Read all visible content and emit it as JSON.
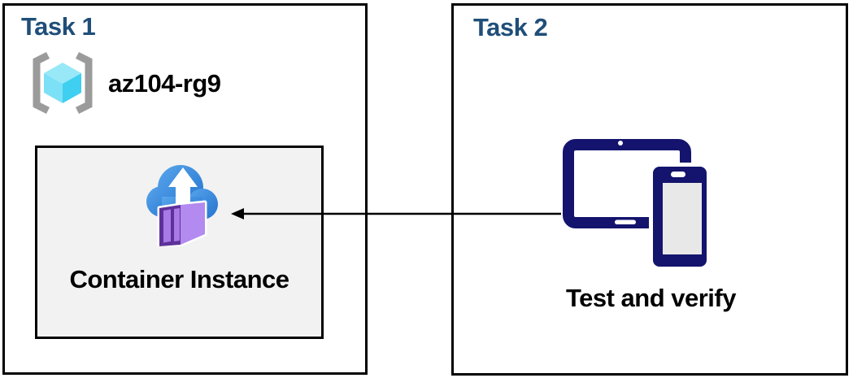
{
  "task1": {
    "title": "Task 1",
    "resource_group": {
      "icon": "resource-group-icon",
      "name": "az104-rg9"
    },
    "container_box": {
      "icon": "container-instances-icon",
      "label": "Container Instance",
      "background": "#F2F2F2"
    }
  },
  "task2": {
    "title": "Task 2",
    "devices": {
      "icon": "devices-icon",
      "label": "Test and verify"
    }
  },
  "connector": {
    "type": "arrow",
    "direction": "right-to-left",
    "from": "task2-devices",
    "to": "container-instance"
  },
  "colors": {
    "task_title": "#1F4E79",
    "box_border": "#000000",
    "container_box_fill": "#F2F2F2",
    "device_navy": "#14146E",
    "device_screen_gray": "#E8E8E8",
    "cloud_blue_light": "#58A6EC",
    "cloud_blue_dark": "#2472CE",
    "container_purple_side": "#B28AF0",
    "container_purple_front": "#5D3199",
    "container_purple_panel": "#A77AE6",
    "cube_cyan_top": "#98E8F8",
    "cube_cyan_left": "#7CE0F6",
    "cube_cyan_right": "#3FCFF0",
    "bracket_gray": "#9B9B9B",
    "arrow_black": "#000000"
  }
}
